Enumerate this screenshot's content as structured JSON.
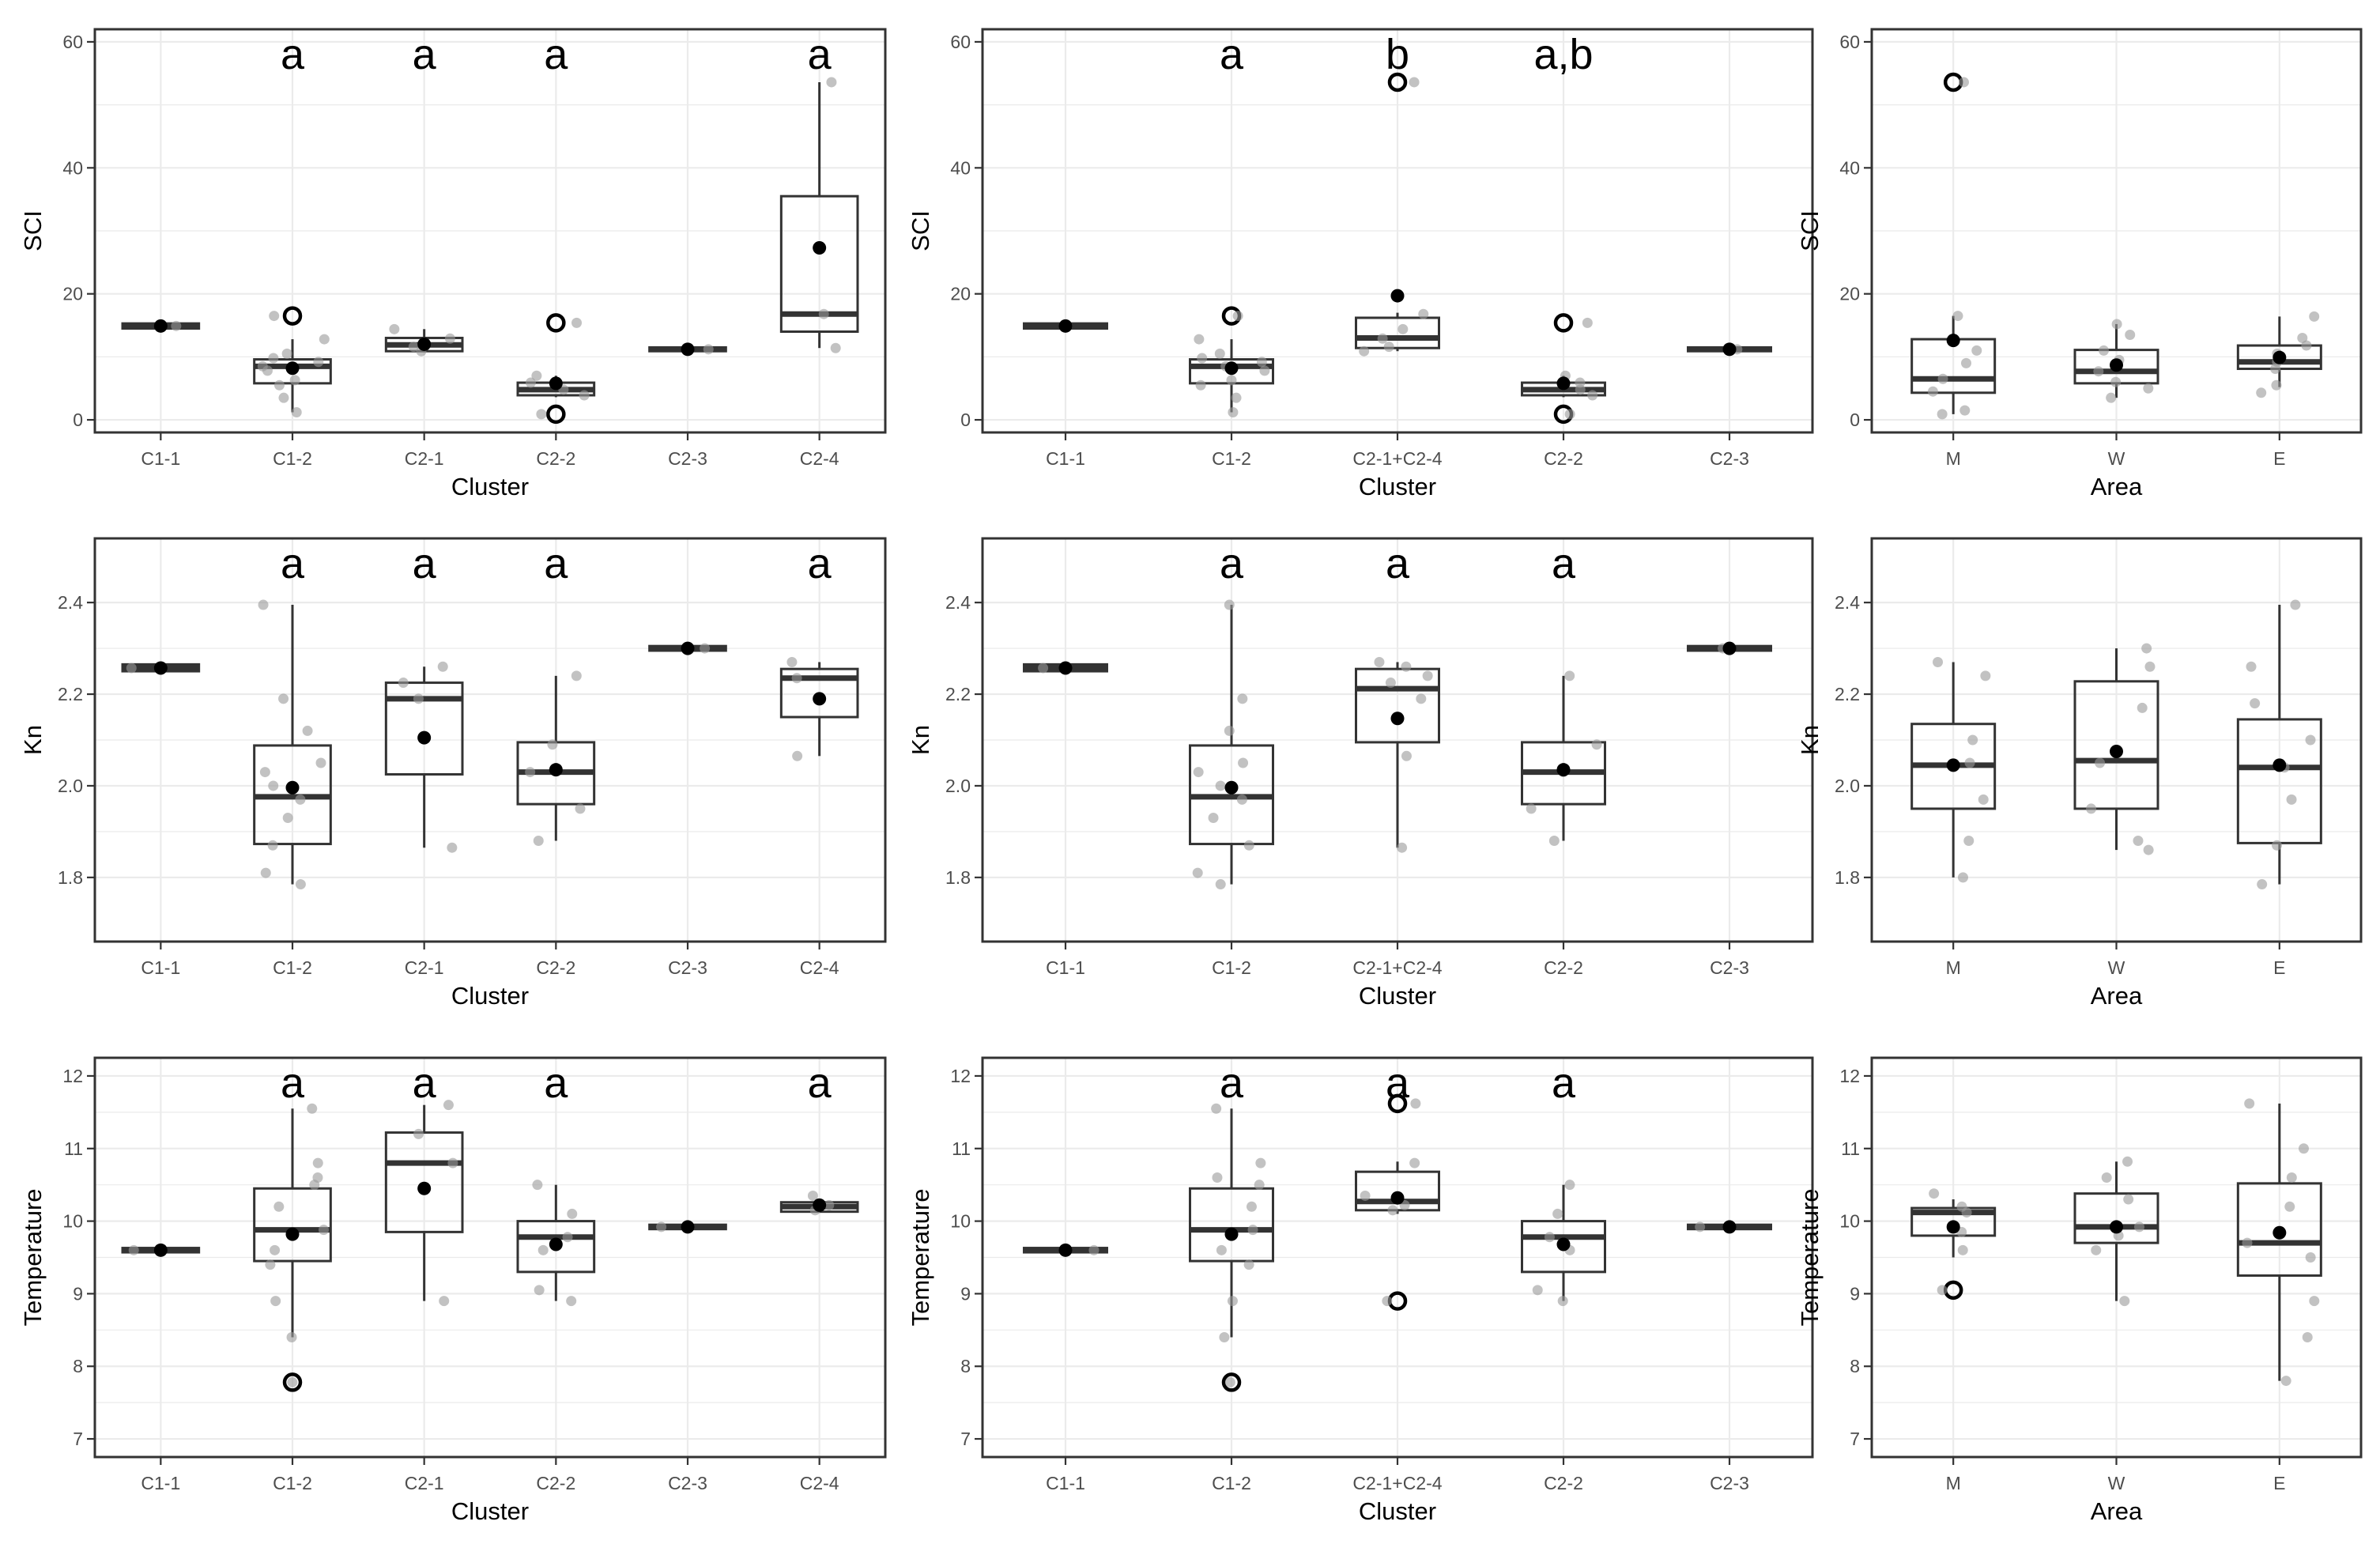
{
  "figure": {
    "colors": {
      "grid": "#ebebeb",
      "border": "#333333",
      "box": "#333333",
      "median": "#333333",
      "jitter": "#9a9a9a",
      "mean": "#000000",
      "outlier": "#000000",
      "tick_label": "#4d4d4d",
      "axis_title": "#000000"
    }
  },
  "chart_data": [
    {
      "type": "box",
      "xlabel": "Cluster",
      "ylabel": "SCI",
      "ylim": [
        -2,
        62
      ],
      "yticks": [
        "0",
        "20",
        "40",
        "60"
      ],
      "grid": true,
      "groups": [
        {
          "label": "C1-1",
          "letter": "",
          "q1": 14.5,
          "median": 14.9,
          "q3": 15.3,
          "whisker_low": 14.5,
          "whisker_high": 15.3,
          "mean": 14.9,
          "outliers": [],
          "points": [
            14.9
          ]
        },
        {
          "label": "C1-2",
          "letter": "a",
          "q1": 5.8,
          "median": 8.5,
          "q3": 9.6,
          "whisker_low": 1.2,
          "whisker_high": 12.8,
          "mean": 8.2,
          "outliers": [
            16.5
          ],
          "points": [
            1.2,
            3.5,
            5.5,
            6.3,
            7.8,
            8.5,
            9.2,
            9.8,
            10.5,
            12.8,
            16.5
          ]
        },
        {
          "label": "C2-1",
          "letter": "a",
          "q1": 10.9,
          "median": 11.9,
          "q3": 13.0,
          "whisker_low": 10.9,
          "whisker_high": 14.4,
          "mean": 12.0,
          "outliers": [],
          "points": [
            10.9,
            11.6,
            12.9,
            14.4
          ]
        },
        {
          "label": "C2-2",
          "letter": "a",
          "q1": 3.9,
          "median": 4.8,
          "q3": 5.9,
          "whisker_low": 3.6,
          "whisker_high": 7.0,
          "mean": 5.8,
          "outliers": [
            15.4,
            0.9
          ],
          "points": [
            0.9,
            3.9,
            4.8,
            5.9,
            7.0,
            15.4
          ]
        },
        {
          "label": "C2-3",
          "letter": "",
          "q1": 10.9,
          "median": 11.2,
          "q3": 11.5,
          "whisker_low": 10.9,
          "whisker_high": 11.5,
          "mean": 11.2,
          "outliers": [],
          "points": [
            11.2
          ]
        },
        {
          "label": "C2-4",
          "letter": "a",
          "q1": 14.0,
          "median": 16.8,
          "q3": 35.5,
          "whisker_low": 11.4,
          "whisker_high": 53.6,
          "mean": 27.3,
          "outliers": [],
          "points": [
            11.4,
            16.8,
            53.6
          ]
        }
      ]
    },
    {
      "type": "box",
      "xlabel": "Cluster",
      "ylabel": "SCI",
      "ylim": [
        -2,
        62
      ],
      "yticks": [
        "0",
        "20",
        "40",
        "60"
      ],
      "grid": true,
      "groups": [
        {
          "label": "C1-1",
          "letter": "",
          "q1": 14.5,
          "median": 14.9,
          "q3": 15.3,
          "whisker_low": 14.5,
          "whisker_high": 15.3,
          "mean": 14.9,
          "outliers": [],
          "points": [
            14.9
          ]
        },
        {
          "label": "C1-2",
          "letter": "a",
          "q1": 5.8,
          "median": 8.5,
          "q3": 9.6,
          "whisker_low": 1.2,
          "whisker_high": 12.8,
          "mean": 8.2,
          "outliers": [
            16.5
          ],
          "points": [
            1.2,
            3.5,
            5.5,
            6.3,
            7.8,
            8.5,
            9.2,
            9.8,
            10.5,
            12.8,
            16.5
          ]
        },
        {
          "label": "C2-1+C2-4",
          "letter": "b",
          "q1": 11.4,
          "median": 13.0,
          "q3": 16.2,
          "whisker_low": 10.9,
          "whisker_high": 17.0,
          "mean": 19.7,
          "outliers": [
            53.6
          ],
          "points": [
            10.9,
            11.6,
            12.9,
            14.4,
            16.8,
            53.6
          ]
        },
        {
          "label": "C2-2",
          "letter": "a,b",
          "q1": 3.9,
          "median": 4.8,
          "q3": 5.9,
          "whisker_low": 3.6,
          "whisker_high": 7.0,
          "mean": 5.8,
          "outliers": [
            15.4,
            0.9
          ],
          "points": [
            0.9,
            3.9,
            4.8,
            5.9,
            7.0,
            15.4
          ]
        },
        {
          "label": "C2-3",
          "letter": "",
          "q1": 10.9,
          "median": 11.2,
          "q3": 11.5,
          "whisker_low": 10.9,
          "whisker_high": 11.5,
          "mean": 11.2,
          "outliers": [],
          "points": [
            11.2
          ]
        }
      ]
    },
    {
      "type": "box",
      "xlabel": "Area",
      "ylabel": "SCI",
      "ylim": [
        -2,
        62
      ],
      "yticks": [
        "0",
        "20",
        "40",
        "60"
      ],
      "grid": true,
      "groups": [
        {
          "label": "M",
          "letter": "",
          "q1": 4.3,
          "median": 6.5,
          "q3": 12.8,
          "whisker_low": 0.9,
          "whisker_high": 16.5,
          "mean": 12.6,
          "outliers": [
            53.6
          ],
          "points": [
            0.9,
            1.5,
            4.5,
            6.5,
            9.0,
            11.0,
            16.5,
            53.6
          ]
        },
        {
          "label": "W",
          "letter": "",
          "q1": 5.8,
          "median": 7.7,
          "q3": 11.1,
          "whisker_low": 3.5,
          "whisker_high": 15.2,
          "mean": 8.7,
          "outliers": [],
          "points": [
            3.5,
            5.0,
            6.0,
            7.7,
            9.5,
            11.0,
            13.5,
            15.2
          ]
        },
        {
          "label": "E",
          "letter": "",
          "q1": 8.1,
          "median": 9.2,
          "q3": 11.8,
          "whisker_low": 5.2,
          "whisker_high": 16.4,
          "mean": 9.9,
          "outliers": [],
          "points": [
            4.3,
            5.5,
            8.1,
            9.2,
            10.5,
            11.8,
            13.0,
            16.4
          ]
        }
      ]
    },
    {
      "type": "box",
      "xlabel": "Cluster",
      "ylabel": "Kn",
      "ylim": [
        1.66,
        2.54
      ],
      "yticks": [
        "1.8",
        "2.0",
        "2.2",
        "2.4"
      ],
      "grid": true,
      "groups": [
        {
          "label": "C1-1",
          "letter": "",
          "q1": 2.25,
          "median": 2.257,
          "q3": 2.265,
          "whisker_low": 2.25,
          "whisker_high": 2.265,
          "mean": 2.257,
          "outliers": [],
          "points": [
            2.257
          ]
        },
        {
          "label": "C1-2",
          "letter": "a",
          "q1": 1.873,
          "median": 1.976,
          "q3": 2.088,
          "whisker_low": 1.785,
          "whisker_high": 2.395,
          "mean": 1.996,
          "outliers": [],
          "points": [
            1.785,
            1.81,
            1.87,
            1.93,
            1.97,
            2.0,
            2.03,
            2.05,
            2.12,
            2.19,
            2.395
          ]
        },
        {
          "label": "C2-1",
          "letter": "a",
          "q1": 2.025,
          "median": 2.19,
          "q3": 2.225,
          "whisker_low": 1.865,
          "whisker_high": 2.26,
          "mean": 2.105,
          "outliers": [],
          "points": [
            1.865,
            2.19,
            2.225,
            2.26
          ]
        },
        {
          "label": "C2-2",
          "letter": "a",
          "q1": 1.96,
          "median": 2.03,
          "q3": 2.095,
          "whisker_low": 1.88,
          "whisker_high": 2.24,
          "mean": 2.035,
          "outliers": [],
          "points": [
            1.88,
            1.95,
            2.03,
            2.09,
            2.24
          ]
        },
        {
          "label": "C2-3",
          "letter": "",
          "q1": 2.295,
          "median": 2.3,
          "q3": 2.305,
          "whisker_low": 2.295,
          "whisker_high": 2.305,
          "mean": 2.3,
          "outliers": [],
          "points": [
            2.3
          ]
        },
        {
          "label": "C2-4",
          "letter": "a",
          "q1": 2.15,
          "median": 2.235,
          "q3": 2.255,
          "whisker_low": 2.065,
          "whisker_high": 2.27,
          "mean": 2.19,
          "outliers": [],
          "points": [
            2.065,
            2.235,
            2.27
          ]
        }
      ]
    },
    {
      "type": "box",
      "xlabel": "Cluster",
      "ylabel": "Kn",
      "ylim": [
        1.66,
        2.54
      ],
      "yticks": [
        "1.8",
        "2.0",
        "2.2",
        "2.4"
      ],
      "grid": true,
      "groups": [
        {
          "label": "C1-1",
          "letter": "",
          "q1": 2.25,
          "median": 2.257,
          "q3": 2.265,
          "whisker_low": 2.25,
          "whisker_high": 2.265,
          "mean": 2.257,
          "outliers": [],
          "points": [
            2.257
          ]
        },
        {
          "label": "C1-2",
          "letter": "a",
          "q1": 1.873,
          "median": 1.976,
          "q3": 2.088,
          "whisker_low": 1.785,
          "whisker_high": 2.395,
          "mean": 1.996,
          "outliers": [],
          "points": [
            1.785,
            1.81,
            1.87,
            1.93,
            1.97,
            2.0,
            2.03,
            2.05,
            2.12,
            2.19,
            2.395
          ]
        },
        {
          "label": "C2-1+C2-4",
          "letter": "a",
          "q1": 2.095,
          "median": 2.212,
          "q3": 2.255,
          "whisker_low": 1.865,
          "whisker_high": 2.27,
          "mean": 2.147,
          "outliers": [],
          "points": [
            1.865,
            2.065,
            2.19,
            2.225,
            2.24,
            2.26,
            2.27
          ]
        },
        {
          "label": "C2-2",
          "letter": "a",
          "q1": 1.96,
          "median": 2.03,
          "q3": 2.095,
          "whisker_low": 1.88,
          "whisker_high": 2.24,
          "mean": 2.035,
          "outliers": [],
          "points": [
            1.88,
            1.95,
            2.03,
            2.09,
            2.24
          ]
        },
        {
          "label": "C2-3",
          "letter": "",
          "q1": 2.295,
          "median": 2.3,
          "q3": 2.305,
          "whisker_low": 2.295,
          "whisker_high": 2.305,
          "mean": 2.3,
          "outliers": [],
          "points": [
            2.3
          ]
        }
      ]
    },
    {
      "type": "box",
      "xlabel": "Area",
      "ylabel": "Kn",
      "ylim": [
        1.66,
        2.54
      ],
      "yticks": [
        "1.8",
        "2.0",
        "2.2",
        "2.4"
      ],
      "grid": true,
      "groups": [
        {
          "label": "M",
          "letter": "",
          "q1": 1.95,
          "median": 2.045,
          "q3": 2.135,
          "whisker_low": 1.8,
          "whisker_high": 2.27,
          "mean": 2.045,
          "outliers": [],
          "points": [
            1.8,
            1.88,
            1.97,
            2.05,
            2.1,
            2.24,
            2.27
          ]
        },
        {
          "label": "W",
          "letter": "",
          "q1": 1.95,
          "median": 2.055,
          "q3": 2.228,
          "whisker_low": 1.86,
          "whisker_high": 2.3,
          "mean": 2.075,
          "outliers": [],
          "points": [
            1.86,
            1.88,
            1.95,
            2.05,
            2.17,
            2.26,
            2.3
          ]
        },
        {
          "label": "E",
          "letter": "",
          "q1": 1.875,
          "median": 2.04,
          "q3": 2.145,
          "whisker_low": 1.785,
          "whisker_high": 2.395,
          "mean": 2.045,
          "outliers": [],
          "points": [
            1.785,
            1.87,
            1.97,
            2.04,
            2.1,
            2.18,
            2.26,
            2.395
          ]
        }
      ]
    },
    {
      "type": "box",
      "xlabel": "Cluster",
      "ylabel": "Temperature",
      "ylim": [
        6.75,
        12.25
      ],
      "yticks": [
        "7",
        "8",
        "9",
        "10",
        "11",
        "12"
      ],
      "grid": true,
      "groups": [
        {
          "label": "C1-1",
          "letter": "",
          "q1": 9.57,
          "median": 9.6,
          "q3": 9.63,
          "whisker_low": 9.57,
          "whisker_high": 9.63,
          "mean": 9.6,
          "outliers": [],
          "points": [
            9.6
          ]
        },
        {
          "label": "C1-2",
          "letter": "a",
          "q1": 9.45,
          "median": 9.88,
          "q3": 10.45,
          "whisker_low": 8.4,
          "whisker_high": 11.55,
          "mean": 9.82,
          "outliers": [
            7.78
          ],
          "points": [
            7.78,
            8.4,
            8.9,
            9.4,
            9.6,
            9.88,
            10.2,
            10.5,
            10.6,
            10.8,
            11.55
          ]
        },
        {
          "label": "C2-1",
          "letter": "a",
          "q1": 9.85,
          "median": 10.8,
          "q3": 11.22,
          "whisker_low": 8.9,
          "whisker_high": 11.6,
          "mean": 10.45,
          "outliers": [],
          "points": [
            8.9,
            10.8,
            11.2,
            11.6
          ]
        },
        {
          "label": "C2-2",
          "letter": "a",
          "q1": 9.3,
          "median": 9.78,
          "q3": 10.0,
          "whisker_low": 8.9,
          "whisker_high": 10.5,
          "mean": 9.68,
          "outliers": [],
          "points": [
            8.9,
            9.05,
            9.6,
            9.78,
            10.1,
            10.5
          ]
        },
        {
          "label": "C2-3",
          "letter": "",
          "q1": 9.89,
          "median": 9.92,
          "q3": 9.95,
          "whisker_low": 9.89,
          "whisker_high": 9.95,
          "mean": 9.92,
          "outliers": [],
          "points": [
            9.92
          ]
        },
        {
          "label": "C2-4",
          "letter": "a",
          "q1": 10.13,
          "median": 10.2,
          "q3": 10.26,
          "whisker_low": 10.13,
          "whisker_high": 10.3,
          "mean": 10.22,
          "outliers": [],
          "points": [
            10.15,
            10.22,
            10.35
          ]
        }
      ]
    },
    {
      "type": "box",
      "xlabel": "Cluster",
      "ylabel": "Temperature",
      "ylim": [
        6.75,
        12.25
      ],
      "yticks": [
        "7",
        "8",
        "9",
        "10",
        "11",
        "12"
      ],
      "grid": true,
      "groups": [
        {
          "label": "C1-1",
          "letter": "",
          "q1": 9.57,
          "median": 9.6,
          "q3": 9.63,
          "whisker_low": 9.57,
          "whisker_high": 9.63,
          "mean": 9.6,
          "outliers": [],
          "points": [
            9.6
          ]
        },
        {
          "label": "C1-2",
          "letter": "a",
          "q1": 9.45,
          "median": 9.88,
          "q3": 10.45,
          "whisker_low": 8.4,
          "whisker_high": 11.55,
          "mean": 9.82,
          "outliers": [
            7.78
          ],
          "points": [
            7.78,
            8.4,
            8.9,
            9.4,
            9.6,
            9.88,
            10.2,
            10.5,
            10.6,
            10.8,
            11.55
          ]
        },
        {
          "label": "C2-1+C2-4",
          "letter": "a",
          "q1": 10.15,
          "median": 10.27,
          "q3": 10.68,
          "whisker_low": 10.1,
          "whisker_high": 10.82,
          "mean": 10.32,
          "outliers": [
            11.62,
            8.9
          ],
          "points": [
            8.9,
            10.15,
            10.22,
            10.35,
            10.8,
            11.62
          ]
        },
        {
          "label": "C2-2",
          "letter": "a",
          "q1": 9.3,
          "median": 9.78,
          "q3": 10.0,
          "whisker_low": 8.9,
          "whisker_high": 10.5,
          "mean": 9.68,
          "outliers": [],
          "points": [
            8.9,
            9.05,
            9.6,
            9.78,
            10.1,
            10.5
          ]
        },
        {
          "label": "C2-3",
          "letter": "",
          "q1": 9.89,
          "median": 9.92,
          "q3": 9.95,
          "whisker_low": 9.89,
          "whisker_high": 9.95,
          "mean": 9.92,
          "outliers": [],
          "points": [
            9.92
          ]
        }
      ]
    },
    {
      "type": "box",
      "xlabel": "Area",
      "ylabel": "Temperature",
      "ylim": [
        6.75,
        12.25
      ],
      "yticks": [
        "7",
        "8",
        "9",
        "10",
        "11",
        "12"
      ],
      "grid": true,
      "groups": [
        {
          "label": "M",
          "letter": "",
          "q1": 9.8,
          "median": 10.12,
          "q3": 10.18,
          "whisker_low": 9.5,
          "whisker_high": 10.3,
          "mean": 9.92,
          "outliers": [
            9.05
          ],
          "points": [
            9.05,
            9.6,
            9.85,
            10.12,
            10.2,
            10.38
          ]
        },
        {
          "label": "W",
          "letter": "",
          "q1": 9.7,
          "median": 9.92,
          "q3": 10.38,
          "whisker_low": 8.9,
          "whisker_high": 10.82,
          "mean": 9.92,
          "outliers": [],
          "points": [
            8.9,
            9.6,
            9.8,
            9.92,
            10.3,
            10.6,
            10.82
          ]
        },
        {
          "label": "E",
          "letter": "",
          "q1": 9.25,
          "median": 9.7,
          "q3": 10.52,
          "whisker_low": 7.8,
          "whisker_high": 11.62,
          "mean": 9.84,
          "outliers": [],
          "points": [
            7.8,
            8.4,
            8.9,
            9.5,
            9.7,
            10.2,
            10.6,
            11.0,
            11.62
          ]
        }
      ]
    }
  ]
}
